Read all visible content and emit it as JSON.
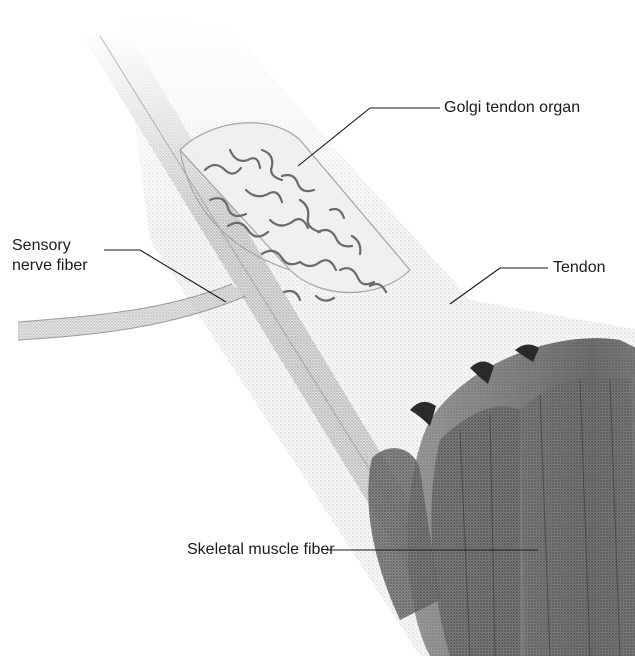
{
  "labels": {
    "golgi_tendon_organ": "Golgi tendon organ",
    "tendon": "Tendon",
    "sensory_nerve_fiber": [
      "Sensory",
      "nerve fiber"
    ],
    "skeletal_muscle_fiber": "Skeletal muscle fiber"
  },
  "colors": {
    "background": "#ffffff",
    "ink": "#1a1a1a",
    "light_stipple": "#d6d6d6",
    "mid_stipple": "#a8a8a8",
    "dark_muscle": "#4a4a4a"
  }
}
